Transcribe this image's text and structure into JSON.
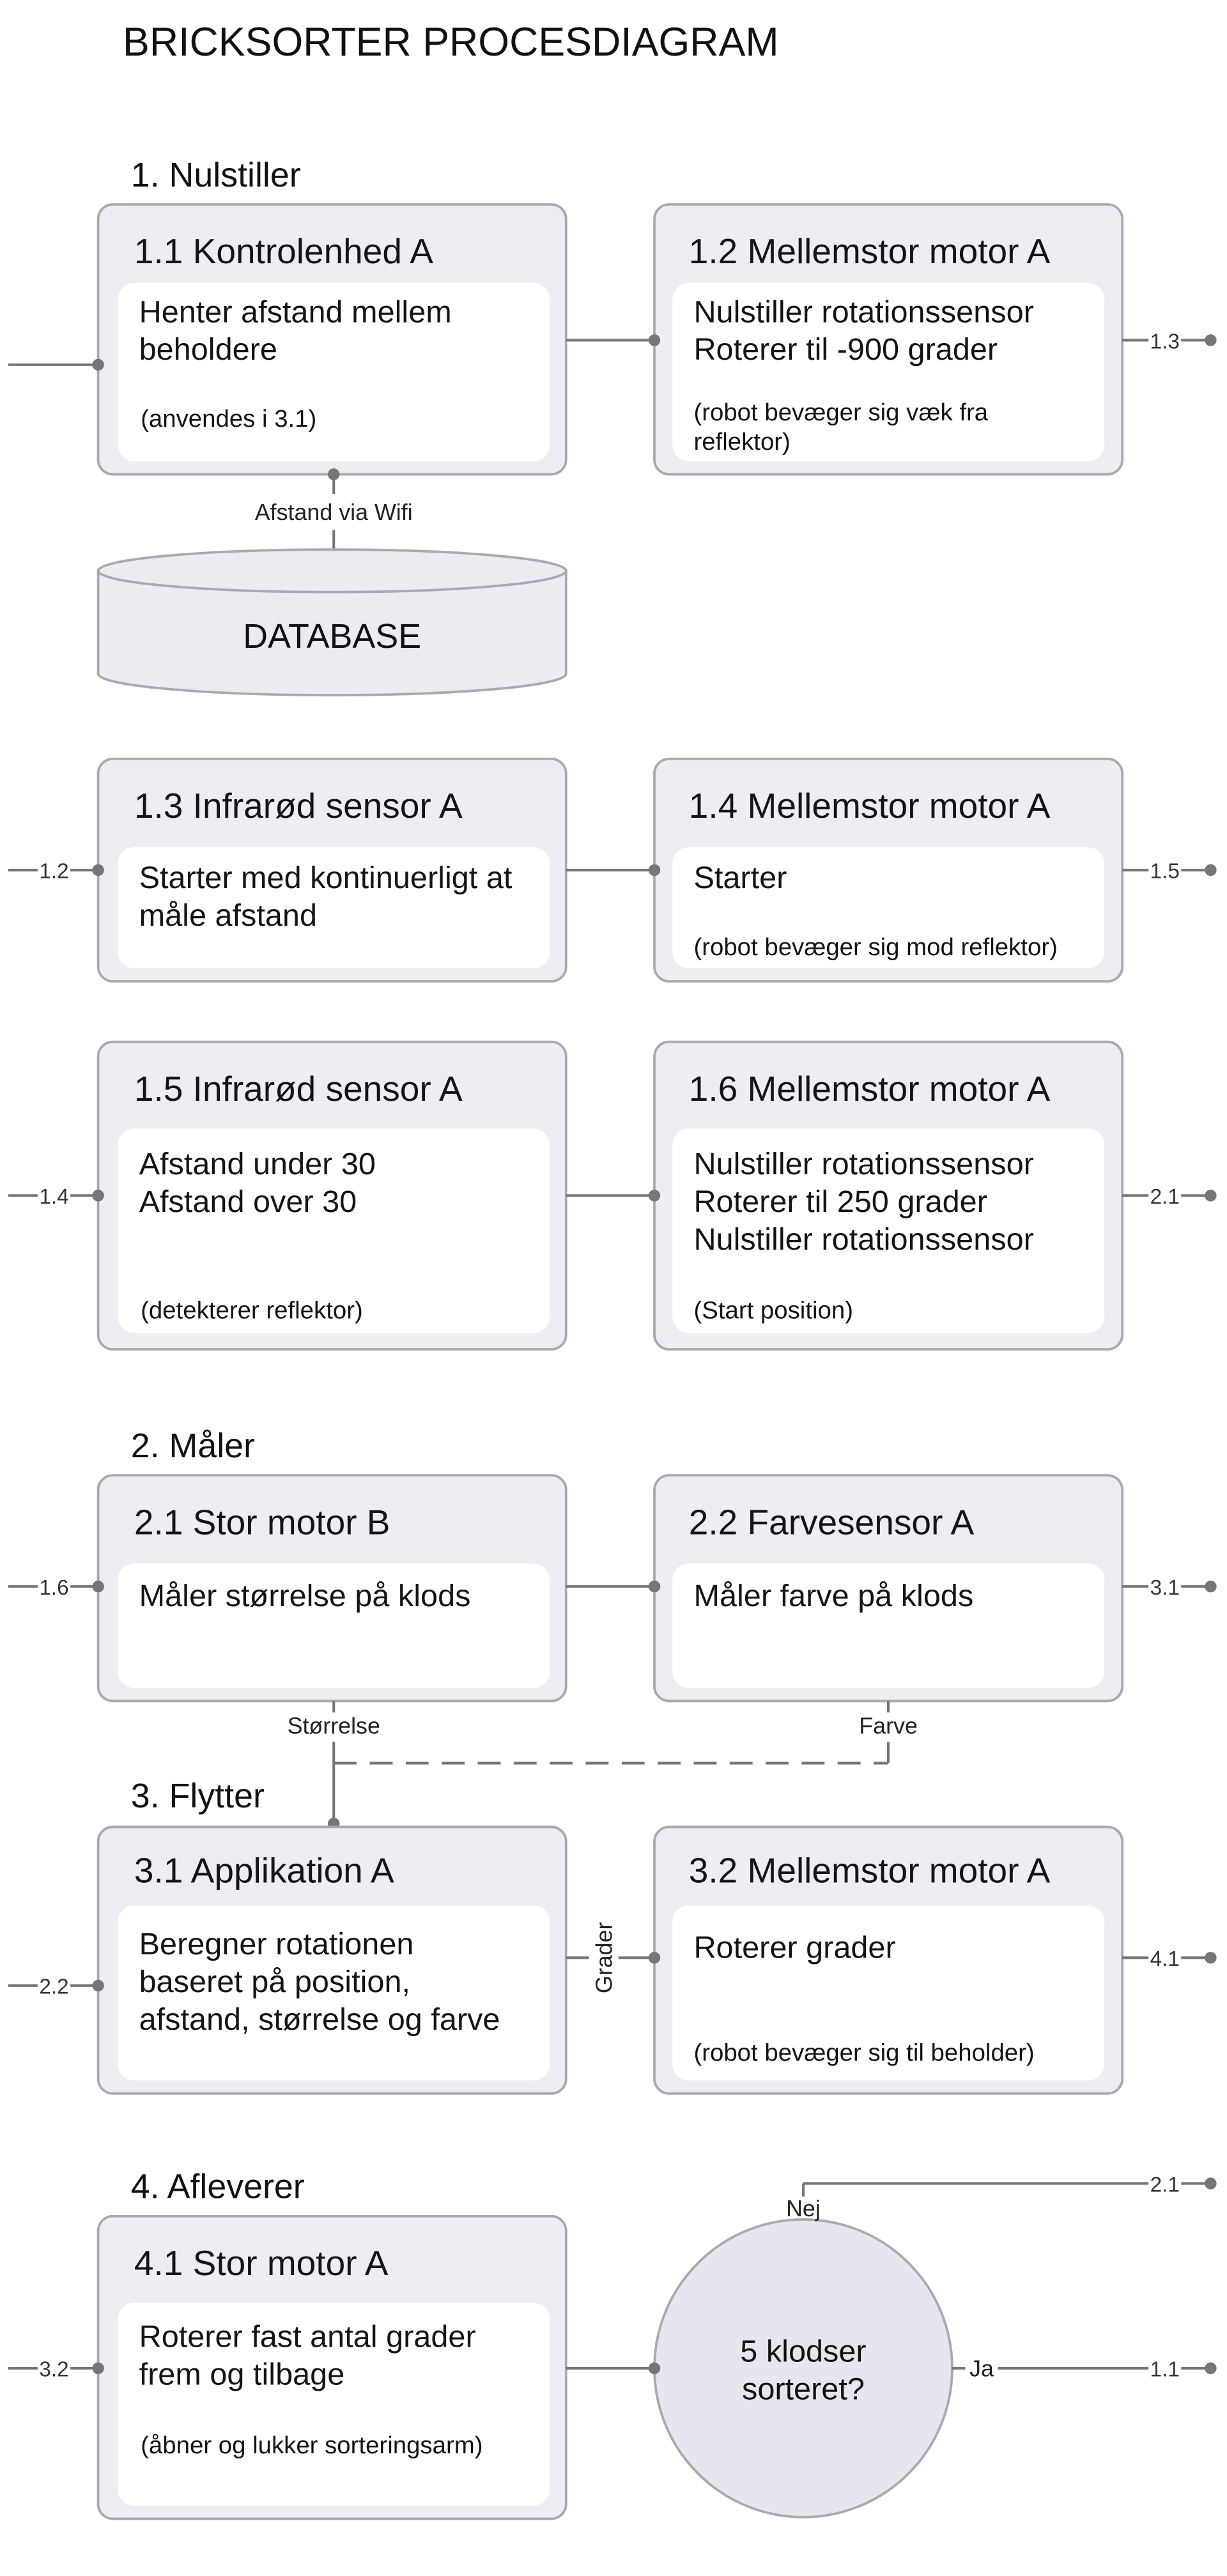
{
  "title": "BRICKSORTER PROCESDIAGRAM",
  "sections": {
    "nulstiller": "1. Nulstiller",
    "maaler": "2. Måler",
    "flytter": "3. Flytter",
    "afleverer": "4. Afleverer"
  },
  "steps": {
    "s1_1": {
      "title": "1.1 Kontrolenhed A",
      "lines": [
        "Henter afstand mellem",
        "beholdere"
      ],
      "note": [
        "(anvendes i 3.1)"
      ]
    },
    "s1_2": {
      "title": "1.2 Mellemstor motor A",
      "lines": [
        "Nulstiller rotationssensor",
        "Roterer til -900 grader"
      ],
      "note": [
        "(robot bevæger sig væk fra",
        "reflektor)"
      ]
    },
    "s1_3": {
      "title": "1.3 Infrarød sensor A",
      "lines": [
        "Starter med kontinuerligt at",
        "måle afstand"
      ]
    },
    "s1_4": {
      "title": "1.4 Mellemstor motor A",
      "lines": [
        "Starter"
      ],
      "note": [
        "(robot bevæger sig mod reflektor)"
      ]
    },
    "s1_5": {
      "title": "1.5 Infrarød sensor A",
      "lines": [
        "Afstand under 30",
        "Afstand over 30"
      ],
      "note": [
        "(detekterer reflektor)"
      ]
    },
    "s1_6": {
      "title": "1.6 Mellemstor motor A",
      "lines": [
        "Nulstiller rotationssensor",
        "Roterer til 250 grader",
        "Nulstiller rotationssensor"
      ],
      "note": [
        "(Start position)"
      ]
    },
    "s2_1": {
      "title": "2.1 Stor motor B",
      "lines": [
        "Måler størrelse på klods"
      ]
    },
    "s2_2": {
      "title": "2.2 Farvesensor A",
      "lines": [
        "Måler farve på klods"
      ]
    },
    "s3_1": {
      "title": "3.1 Applikation A",
      "lines": [
        "Beregner rotationen",
        "baseret på position,",
        "afstand, størrelse og farve"
      ]
    },
    "s3_2": {
      "title": "3.2 Mellemstor motor A",
      "lines": [
        "Roterer grader"
      ],
      "note": [
        "(robot bevæger sig til beholder)"
      ]
    },
    "s4_1": {
      "title": "4.1 Stor motor A",
      "lines": [
        "Roterer fast antal grader",
        "frem og tilbage"
      ],
      "note": [
        "(åbner og lukker sorteringsarm)"
      ]
    }
  },
  "database": {
    "label": "DATABASE"
  },
  "decision": {
    "lines": [
      "5 klodser",
      "sorteret?"
    ]
  },
  "edge_labels": {
    "wifi": "Afstand via Wifi",
    "size": "Størrelse",
    "color": "Farve",
    "degrees": "Grader",
    "no": "Nej",
    "yes": "Ja"
  },
  "refs": {
    "row1_out": "1.3",
    "row2_in": "1.2",
    "row2_out": "1.5",
    "row3_in": "1.4",
    "row3_out": "2.1",
    "row4_in": "1.6",
    "row4_out": "3.1",
    "row5_in": "2.2",
    "row5_out": "4.1",
    "row6_in": "3.2",
    "decision_no": "2.1",
    "decision_yes": "1.1"
  },
  "colors": {
    "box_fill": "#ededf3",
    "box_stroke": "#a9a9b1",
    "inner_fill": "#ffffff",
    "line": "#767676",
    "text": "#141414",
    "db_fill": "#ebebf1",
    "circle_fill": "#e6e6ee"
  }
}
